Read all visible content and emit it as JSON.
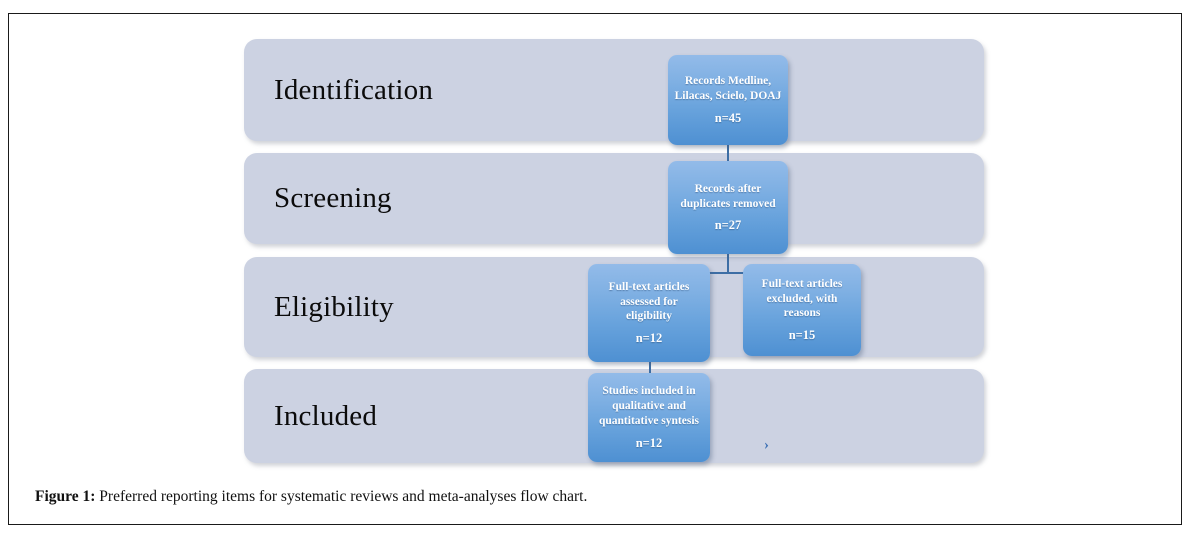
{
  "figure": {
    "caption_label": "Figure 1:",
    "caption_text": " Preferred reporting items for systematic reviews and meta-analyses flow chart.",
    "chevron_glyph": "›"
  },
  "colors": {
    "band_fill": "#ccd2e2",
    "node_blue_top": "#93bbe9",
    "node_blue_bottom": "#4e90d2",
    "connector": "#3d6ea5",
    "frame_border": "#1a1a1a",
    "label_text": "#0b0b0b",
    "node_text": "#ffffff"
  },
  "stages": [
    {
      "id": "identification",
      "label": "Identification"
    },
    {
      "id": "screening",
      "label": "Screening"
    },
    {
      "id": "eligibility",
      "label": "Eligibility"
    },
    {
      "id": "included",
      "label": "Included"
    }
  ],
  "nodes": {
    "records": {
      "line1": "Records Medline,",
      "line2": "Lilacas, Scielo, DOAJ",
      "count": "n=45"
    },
    "duplicates": {
      "line1": "Records after",
      "line2": "duplicates removed",
      "count": "n=27"
    },
    "assessed": {
      "line1": "Full-text articles",
      "line2": "assessed for",
      "line3": "eligibility",
      "count": "n=12"
    },
    "excluded": {
      "line1": "Full-text articles",
      "line2": "excluded, with",
      "line3": "reasons",
      "count": "n=15"
    },
    "included": {
      "line1": "Studies included in",
      "line2": "qualitative and",
      "line3": "quantitative syntesis",
      "count": "n=12"
    }
  },
  "chart_data": {
    "type": "diagram",
    "title": "Preferred reporting items for systematic reviews and meta-analyses flow chart",
    "stages": [
      "Identification",
      "Screening",
      "Eligibility",
      "Included"
    ],
    "nodes": [
      {
        "stage": "Identification",
        "label": "Records Medline, Lilacas, Scielo, DOAJ",
        "n": 45
      },
      {
        "stage": "Screening",
        "label": "Records after duplicates removed",
        "n": 27
      },
      {
        "stage": "Eligibility",
        "label": "Full-text articles assessed for eligibility",
        "n": 12
      },
      {
        "stage": "Eligibility",
        "label": "Full-text articles excluded, with reasons",
        "n": 15
      },
      {
        "stage": "Included",
        "label": "Studies included in qualitative and quantitative syntesis",
        "n": 12
      }
    ],
    "edges": [
      {
        "from": "Records Medline, Lilacas, Scielo, DOAJ",
        "to": "Records after duplicates removed"
      },
      {
        "from": "Records after duplicates removed",
        "to": "Full-text articles assessed for eligibility"
      },
      {
        "from": "Records after duplicates removed",
        "to": "Full-text articles excluded, with reasons"
      },
      {
        "from": "Full-text articles assessed for eligibility",
        "to": "Studies included in qualitative and quantitative syntesis"
      }
    ]
  }
}
